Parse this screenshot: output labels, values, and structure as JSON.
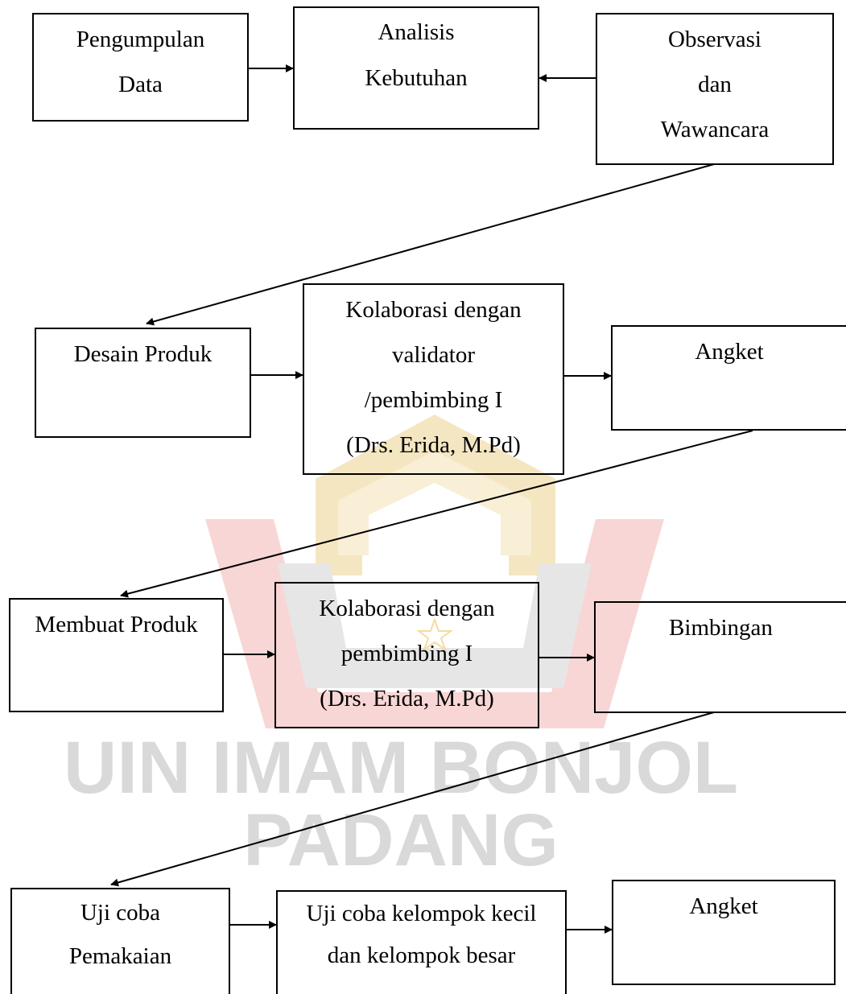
{
  "watermark": {
    "line1": "UIN IMAM BONJOL",
    "line2": "PADANG"
  },
  "nodes": {
    "pengumpulan_data": [
      "Pengumpulan",
      "Data"
    ],
    "analisis_kebutuhan": [
      "Analisis",
      "Kebutuhan"
    ],
    "observasi_wawancara": [
      "Observasi",
      "dan",
      "Wawancara"
    ],
    "desain_produk": [
      "Desain Produk"
    ],
    "kolaborasi_validator": [
      "Kolaborasi dengan",
      "validator",
      "/pembimbing I",
      "(Drs. Erida, M.Pd)"
    ],
    "angket_1": [
      "Angket"
    ],
    "membuat_produk": [
      "Membuat Produk"
    ],
    "kolaborasi_pembimbing": [
      "Kolaborasi dengan",
      "pembimbing I",
      "(Drs. Erida, M.Pd)"
    ],
    "bimbingan": [
      "Bimbingan"
    ],
    "uji_coba_pemakaian": [
      "Uji coba",
      "Pemakaian"
    ],
    "uji_coba_kelompok": [
      "Uji coba kelompok kecil",
      "dan kelompok besar"
    ],
    "angket_2": [
      "Angket"
    ]
  },
  "edges": [
    {
      "from": "pengumpulan_data",
      "to": "analisis_kebutuhan"
    },
    {
      "from": "observasi_wawancara",
      "to": "analisis_kebutuhan"
    },
    {
      "from": "observasi_wawancara",
      "to": "desain_produk"
    },
    {
      "from": "desain_produk",
      "to": "kolaborasi_validator"
    },
    {
      "from": "kolaborasi_validator",
      "to": "angket_1"
    },
    {
      "from": "angket_1",
      "to": "membuat_produk"
    },
    {
      "from": "membuat_produk",
      "to": "kolaborasi_pembimbing"
    },
    {
      "from": "kolaborasi_pembimbing",
      "to": "bimbingan"
    },
    {
      "from": "bimbingan",
      "to": "uji_coba_pemakaian"
    },
    {
      "from": "uji_coba_pemakaian",
      "to": "uji_coba_kelompok"
    },
    {
      "from": "uji_coba_kelompok",
      "to": "angket_2"
    }
  ]
}
